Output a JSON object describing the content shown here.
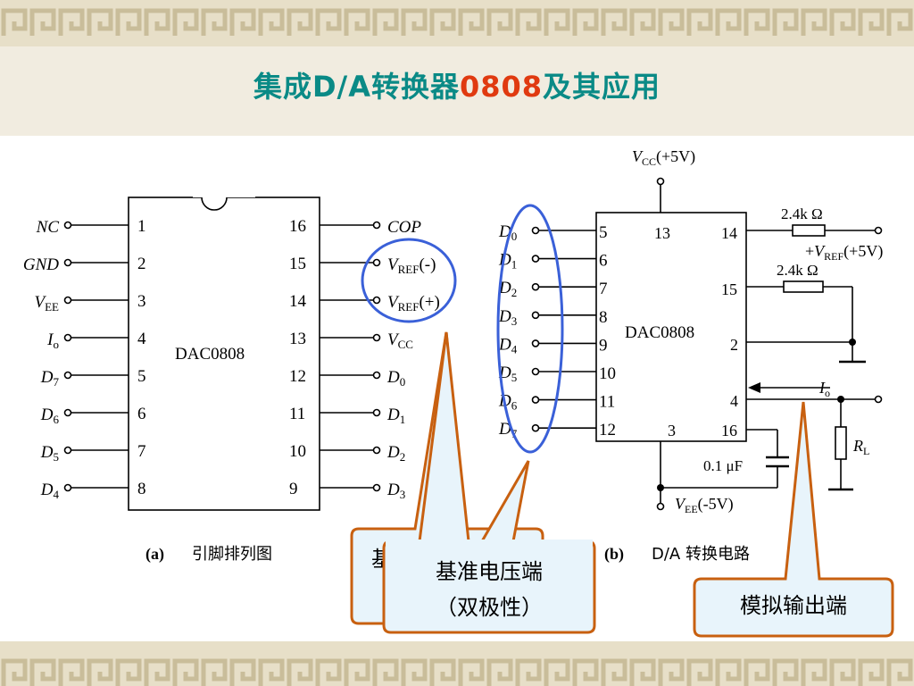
{
  "title": {
    "part1": "集成",
    "part2": "D/A",
    "part3": "转换器",
    "part4": "0808",
    "part5": "及其应用"
  },
  "colors": {
    "title": "#0a8a86",
    "title_num": "#e03a10",
    "ellipse": "#3a60d8",
    "callout_border": "#c86010",
    "callout_fill": "#e8f4fb"
  },
  "chip_a": {
    "name": "DAC0808",
    "left_pins": [
      {
        "num": "1",
        "label": "NC",
        "sub": ""
      },
      {
        "num": "2",
        "label": "GND",
        "sub": ""
      },
      {
        "num": "3",
        "label": "V",
        "sub": "EE"
      },
      {
        "num": "4",
        "label": "I",
        "sub": "o"
      },
      {
        "num": "5",
        "label": "D",
        "sub": "7"
      },
      {
        "num": "6",
        "label": "D",
        "sub": "6"
      },
      {
        "num": "7",
        "label": "D",
        "sub": "5"
      },
      {
        "num": "8",
        "label": "D",
        "sub": "4"
      }
    ],
    "right_pins": [
      {
        "num": "16",
        "label": "COP",
        "sub": "",
        "suffix": ""
      },
      {
        "num": "15",
        "label": "V",
        "sub": "REF",
        "suffix": "(-)"
      },
      {
        "num": "14",
        "label": "V",
        "sub": "REF",
        "suffix": "(+)"
      },
      {
        "num": "13",
        "label": "V",
        "sub": "CC",
        "suffix": ""
      },
      {
        "num": "12",
        "label": "D",
        "sub": "0",
        "suffix": ""
      },
      {
        "num": "11",
        "label": "D",
        "sub": "1",
        "suffix": ""
      },
      {
        "num": "10",
        "label": "D",
        "sub": "2",
        "suffix": ""
      },
      {
        "num": "9",
        "label": "D",
        "sub": "3",
        "suffix": ""
      }
    ],
    "caption_tag": "(a)",
    "caption_text": "引脚排列图"
  },
  "chip_b": {
    "name": "DAC0808",
    "data_inputs": [
      {
        "label": "D",
        "sub": "0",
        "pin": "5"
      },
      {
        "label": "D",
        "sub": "1",
        "pin": "6"
      },
      {
        "label": "D",
        "sub": "2",
        "pin": "7"
      },
      {
        "label": "D",
        "sub": "3",
        "pin": "8"
      },
      {
        "label": "D",
        "sub": "4",
        "pin": "9"
      },
      {
        "label": "D",
        "sub": "5",
        "pin": "10"
      },
      {
        "label": "D",
        "sub": "6",
        "pin": "11"
      },
      {
        "label": "D",
        "sub": "7",
        "pin": "12"
      }
    ],
    "pin_top": "13",
    "pin_bottom_mid": "3",
    "pin_right": [
      "14",
      "15",
      "2",
      "4",
      "16"
    ],
    "vcc": {
      "label": "V",
      "sub": "CC",
      "suffix": "(+5V)"
    },
    "vref": {
      "prefix": "+",
      "label": "V",
      "sub": "REF",
      "suffix": "(+5V)"
    },
    "resistor1": "2.4k Ω",
    "resistor2": "2.4k Ω",
    "io": {
      "label": "I",
      "sub": "o"
    },
    "rl": {
      "label": "R",
      "sub": "L"
    },
    "cap": "0.1 μF",
    "vee": {
      "label": "V",
      "sub": "EE",
      "suffix": "(-5V)"
    },
    "caption_tag": "(b)",
    "caption_text": "D/A 转换电路"
  },
  "callouts": {
    "vref_line1": "基准电压端",
    "vref_line2": "（双极性）",
    "behind_partial": "基",
    "output": "模拟输出端"
  }
}
